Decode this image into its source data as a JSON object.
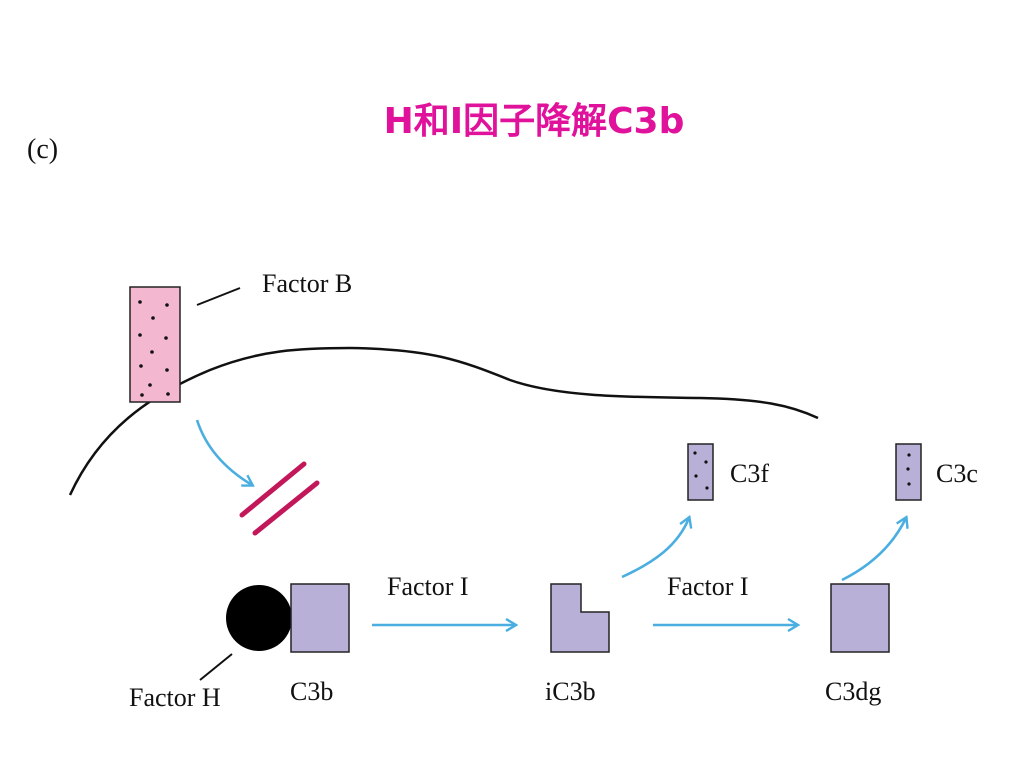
{
  "title": "H和I因子降解C3b",
  "panel_label": "(c)",
  "labels": {
    "factor_b": "Factor B",
    "factor_h": "Factor H",
    "c3b": "C3b",
    "factor_i_1": "Factor I",
    "ic3b": "iC3b",
    "factor_i_2": "Factor I",
    "c3dg": "C3dg",
    "c3f": "C3f",
    "c3c": "C3c"
  },
  "colors": {
    "title": "#e0119b",
    "factor_b_fill": "#f3b8cf",
    "fragment_fill": "#b9b0d8",
    "arrow": "#4aaee0",
    "block_mark": "#c2185b",
    "outline": "#1a1a1a"
  }
}
